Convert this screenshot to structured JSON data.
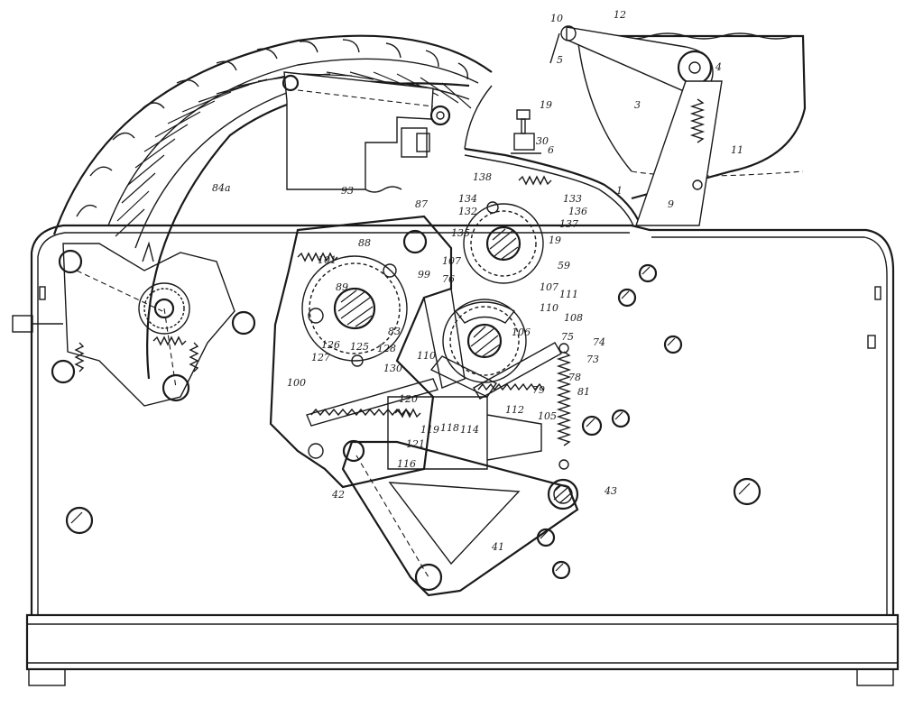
{
  "figure": {
    "description_visible": false,
    "labels": [
      {
        "id": "l1",
        "text": "1"
      },
      {
        "id": "l3",
        "text": "3"
      },
      {
        "id": "l4",
        "text": "4"
      },
      {
        "id": "l5",
        "text": "5"
      },
      {
        "id": "l6",
        "text": "6"
      },
      {
        "id": "l9",
        "text": "9"
      },
      {
        "id": "l10",
        "text": "10"
      },
      {
        "id": "l11",
        "text": "11"
      },
      {
        "id": "l12",
        "text": "12"
      },
      {
        "id": "l19a",
        "text": "19"
      },
      {
        "id": "l19b",
        "text": "19"
      },
      {
        "id": "l30",
        "text": "30"
      },
      {
        "id": "l41",
        "text": "41"
      },
      {
        "id": "l42",
        "text": "42"
      },
      {
        "id": "l43",
        "text": "43"
      },
      {
        "id": "l59",
        "text": "59"
      },
      {
        "id": "l73",
        "text": "73"
      },
      {
        "id": "l74",
        "text": "74"
      },
      {
        "id": "l75",
        "text": "75"
      },
      {
        "id": "l76",
        "text": "76"
      },
      {
        "id": "l78",
        "text": "78"
      },
      {
        "id": "l79",
        "text": "79"
      },
      {
        "id": "l81",
        "text": "81"
      },
      {
        "id": "l83",
        "text": "83"
      },
      {
        "id": "l84a",
        "text": "84a"
      },
      {
        "id": "l87",
        "text": "87"
      },
      {
        "id": "l88",
        "text": "88"
      },
      {
        "id": "l89",
        "text": "89"
      },
      {
        "id": "l93",
        "text": "93"
      },
      {
        "id": "l99",
        "text": "99"
      },
      {
        "id": "l100",
        "text": "100"
      },
      {
        "id": "l101",
        "text": "101"
      },
      {
        "id": "l105",
        "text": "105"
      },
      {
        "id": "l106",
        "text": "106"
      },
      {
        "id": "l107a",
        "text": "107"
      },
      {
        "id": "l107b",
        "text": "107"
      },
      {
        "id": "l108",
        "text": "108"
      },
      {
        "id": "l110a",
        "text": "110"
      },
      {
        "id": "l110b",
        "text": "110"
      },
      {
        "id": "l111",
        "text": "111"
      },
      {
        "id": "l112",
        "text": "112"
      },
      {
        "id": "l114",
        "text": "114"
      },
      {
        "id": "l116",
        "text": "116"
      },
      {
        "id": "l118",
        "text": "118"
      },
      {
        "id": "l119",
        "text": "119"
      },
      {
        "id": "l120",
        "text": "120"
      },
      {
        "id": "l121",
        "text": "121"
      },
      {
        "id": "l125",
        "text": "125"
      },
      {
        "id": "l126",
        "text": "126"
      },
      {
        "id": "l127",
        "text": "127"
      },
      {
        "id": "l128",
        "text": "128"
      },
      {
        "id": "l130",
        "text": "130"
      },
      {
        "id": "l132",
        "text": "132"
      },
      {
        "id": "l133",
        "text": "133"
      },
      {
        "id": "l134",
        "text": "134"
      },
      {
        "id": "l135",
        "text": "135"
      },
      {
        "id": "l136",
        "text": "136"
      },
      {
        "id": "l137",
        "text": "137"
      },
      {
        "id": "l138",
        "text": "138"
      }
    ]
  }
}
